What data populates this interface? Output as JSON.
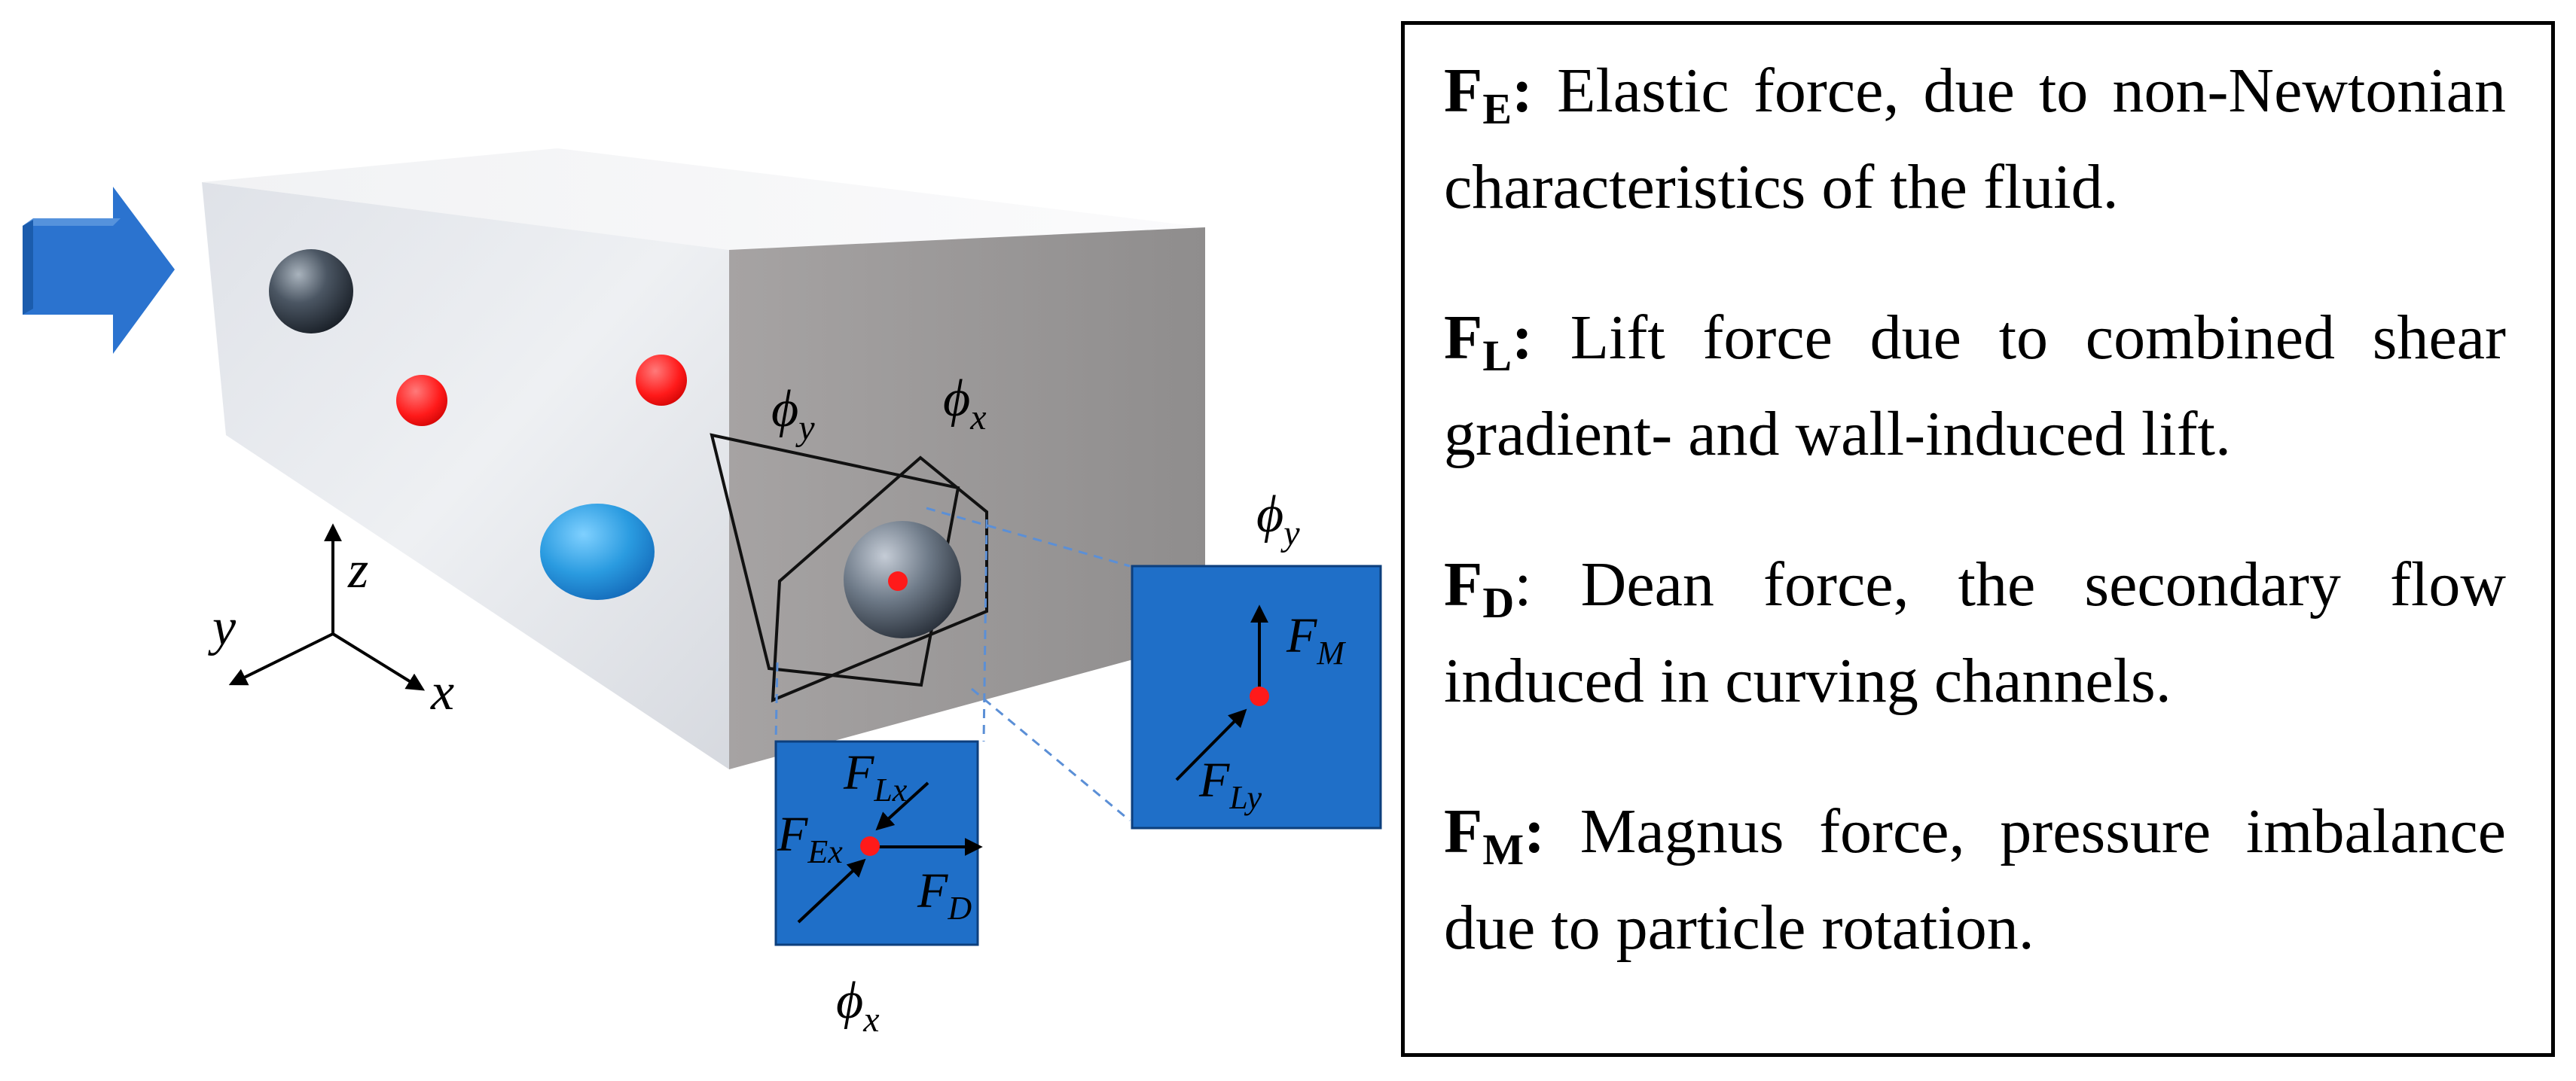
{
  "figure": {
    "labels": {
      "phi_y_top": {
        "base": "ϕ",
        "sub": "y"
      },
      "phi_x_top": {
        "base": "ϕ",
        "sub": "x"
      },
      "phi_y_inset": {
        "base": "ϕ",
        "sub": "y"
      },
      "phi_x_inset": {
        "base": "ϕ",
        "sub": "x"
      },
      "axis_z": "z",
      "axis_y": "y",
      "axis_x": "x"
    },
    "inset_x": {
      "f_lx": {
        "base": "F",
        "sub": "Lx"
      },
      "f_ex": {
        "base": "F",
        "sub": "Ex"
      },
      "f_d": {
        "base": "F",
        "sub": "D"
      }
    },
    "inset_y": {
      "f_m": {
        "base": "F",
        "sub": "M"
      },
      "f_ly": {
        "base": "F",
        "sub": "Ly"
      }
    },
    "colors": {
      "box_face": "#e6e8ec",
      "box_side": "#9a9898",
      "inset_fill": "#1f6fc8",
      "arrow": "#2b73cf",
      "particle_red": "#ff1a1a",
      "particle_blue": "#2a9be0",
      "particle_dark": "#2b3440"
    }
  },
  "definitions": [
    {
      "symbol": "F",
      "sub": "E",
      "colon": ":",
      "text": " Elastic force, due to non-Newtonian characteristics of the fluid."
    },
    {
      "symbol": "F",
      "sub": "L",
      "colon": ":",
      "text": " Lift force due to combined shear gradient- and wall-induced lift."
    },
    {
      "symbol": "F",
      "sub": "D",
      "colon": ":",
      "text": " Dean force, the secondary flow induced in curving channels."
    },
    {
      "symbol": "F",
      "sub": "M",
      "colon": ":",
      "text": " Magnus force, pressure imbalance due to particle rotation."
    }
  ]
}
